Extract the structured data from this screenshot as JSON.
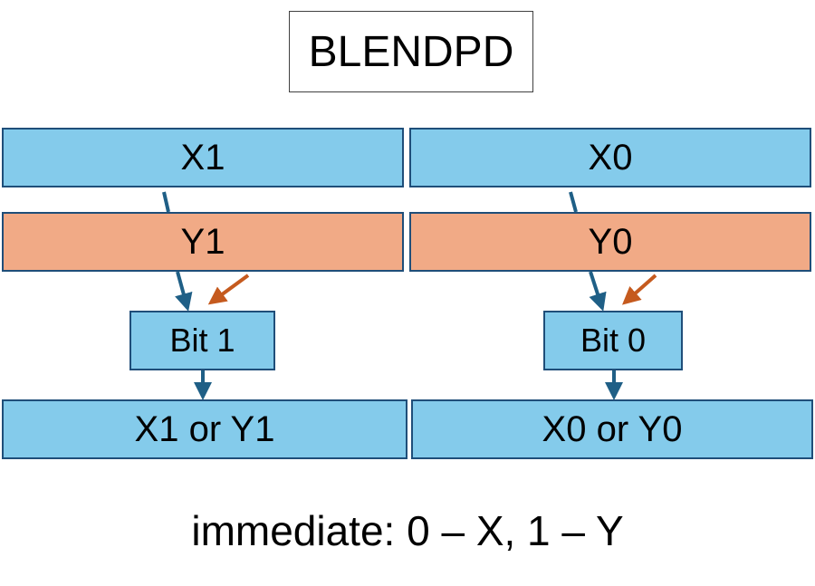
{
  "title": "BLENDPD",
  "lanes": [
    {
      "x_label": "X1",
      "y_label": "Y1",
      "bit_label": "Bit 1",
      "result_label": "X1 or Y1"
    },
    {
      "x_label": "X0",
      "y_label": "Y0",
      "bit_label": "Bit 0",
      "result_label": "X0 or Y0"
    }
  ],
  "caption": "immediate: 0 – X, 1 – Y",
  "colors": {
    "x_register": "#84cbeb",
    "y_register": "#f1aa86",
    "border": "#1f4e79",
    "x_arrow": "#1f5f86",
    "y_arrow": "#c55a1e"
  }
}
